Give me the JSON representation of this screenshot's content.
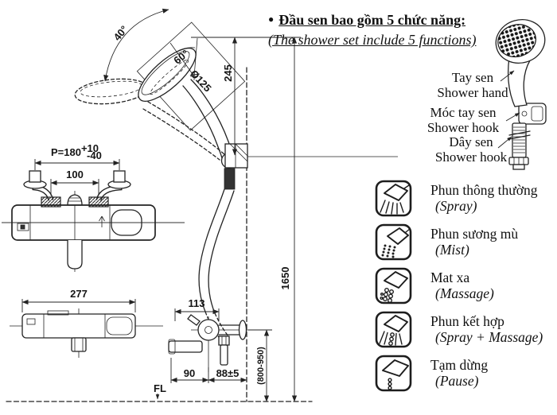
{
  "header": {
    "bullet": "●",
    "title_vi": "Đầu sen bao gồm 5 chức năng:",
    "title_en": "(The shower set include 5 functions)"
  },
  "part_labels": [
    {
      "vi": "Tay sen",
      "en": "Shower hand"
    },
    {
      "vi": "Móc tay sen",
      "en": "Shower hook"
    },
    {
      "vi": "Dây sen",
      "en": "Shower hook"
    }
  ],
  "functions": [
    {
      "vi": "Phun thông thường",
      "en": "(Spray)",
      "icon": "spray-icon"
    },
    {
      "vi": "Phun sương mù",
      "en": "(Mist)",
      "icon": "mist-icon"
    },
    {
      "vi": "Mat xa",
      "en": "(Massage)",
      "icon": "massage-icon"
    },
    {
      "vi": "Phun kết hợp",
      "en": "(Spray + Massage)",
      "icon": "spray-massage-icon"
    },
    {
      "vi": "Tạm dừng",
      "en": "(Pause)",
      "icon": "pause-icon"
    }
  ],
  "dimensions": {
    "swivel_angle": "40°",
    "head_angle": "60°",
    "head_diameter": "Ø125",
    "head_length": "245",
    "pitch": "P=180",
    "pitch_tol_plus": "+10",
    "pitch_tol_minus": "-40",
    "center_distance": "100",
    "body_width": "277",
    "depth": "113",
    "spout_reach": "90",
    "wall_offset": "88±5",
    "total_height": "1650",
    "install_height": "(800-950)",
    "floor_label": "FL"
  },
  "colors": {
    "line": "#232323",
    "background": "#ffffff"
  }
}
